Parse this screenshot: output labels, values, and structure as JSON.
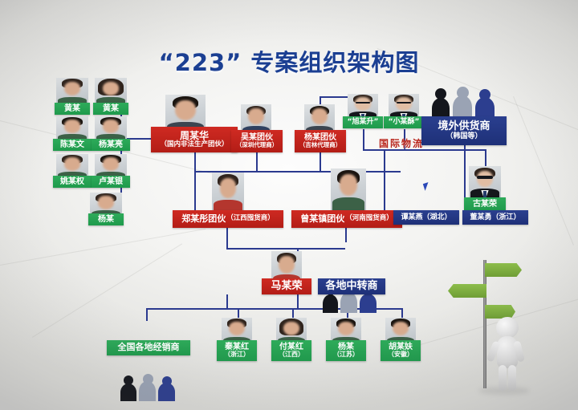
{
  "title": {
    "quote_open": "“",
    "code": "223",
    "quote_close": "”",
    "rest": "专案组织架构图",
    "full": "“223” 专案组织架构图",
    "color": "#1b3f92"
  },
  "colors": {
    "green": "#1f9a4c",
    "red": "#b31d16",
    "blue": "#1e3078",
    "line_blue": "#2b3a8f",
    "line_red": "#b12b20",
    "title_blue": "#1b3f92"
  },
  "annotations": {
    "international_logistics": "国际物流"
  },
  "left_column": {
    "items": [
      {
        "label": "黄某",
        "type": "green"
      },
      {
        "label": "黄某",
        "type": "green"
      },
      {
        "label": "陈某文",
        "type": "green"
      },
      {
        "label": "杨某亮",
        "type": "green"
      },
      {
        "label": "姚某权",
        "type": "green"
      },
      {
        "label": "卢某银",
        "type": "green"
      },
      {
        "label": "杨某",
        "type": "green"
      }
    ]
  },
  "producer": {
    "name": "周某华",
    "role": "（国内非法生产团伙）",
    "type": "red"
  },
  "agents": [
    {
      "name": "吴某团伙",
      "role": "（深圳代理商）",
      "type": "red"
    },
    {
      "name": "杨某团伙",
      "role": "（吉林代理商）",
      "type": "red"
    }
  ],
  "overseas": {
    "nicknames": [
      {
        "label": "“旭某升”",
        "type": "green"
      },
      {
        "label": "“小某酥”",
        "type": "green"
      }
    ],
    "supplier": {
      "name": "境外供货商",
      "role": "（韩国等）",
      "type": "blue"
    }
  },
  "stockists": [
    {
      "name": "郑某彤团伙",
      "role": "（江西囤货商）",
      "type": "red"
    },
    {
      "name": "曾某镇团伙",
      "role": "（河南囤货商）",
      "type": "red"
    }
  ],
  "right_branch": {
    "person": {
      "label": "古某荣",
      "type": "green"
    },
    "regions": [
      {
        "label": "谭某燕（湖北）",
        "type": "blue"
      },
      {
        "label": "董某勇（浙江）",
        "type": "blue"
      }
    ]
  },
  "mid_level": [
    {
      "label": "马某荣",
      "type": "red"
    },
    {
      "label": "各地中转商",
      "type": "blue"
    }
  ],
  "bottom_row": [
    {
      "name": "全国各地经销商",
      "role": "",
      "type": "green"
    },
    {
      "name": "秦某红",
      "role": "（浙江）",
      "type": "green"
    },
    {
      "name": "付某红",
      "role": "（江西）",
      "type": "green"
    },
    {
      "name": "杨某",
      "role": "（江苏）",
      "type": "green"
    },
    {
      "name": "胡某妋",
      "role": "（安徽）",
      "type": "green"
    }
  ],
  "decorations": {
    "signpost": "signpost-icon",
    "figure": "person-figure-icon"
  }
}
